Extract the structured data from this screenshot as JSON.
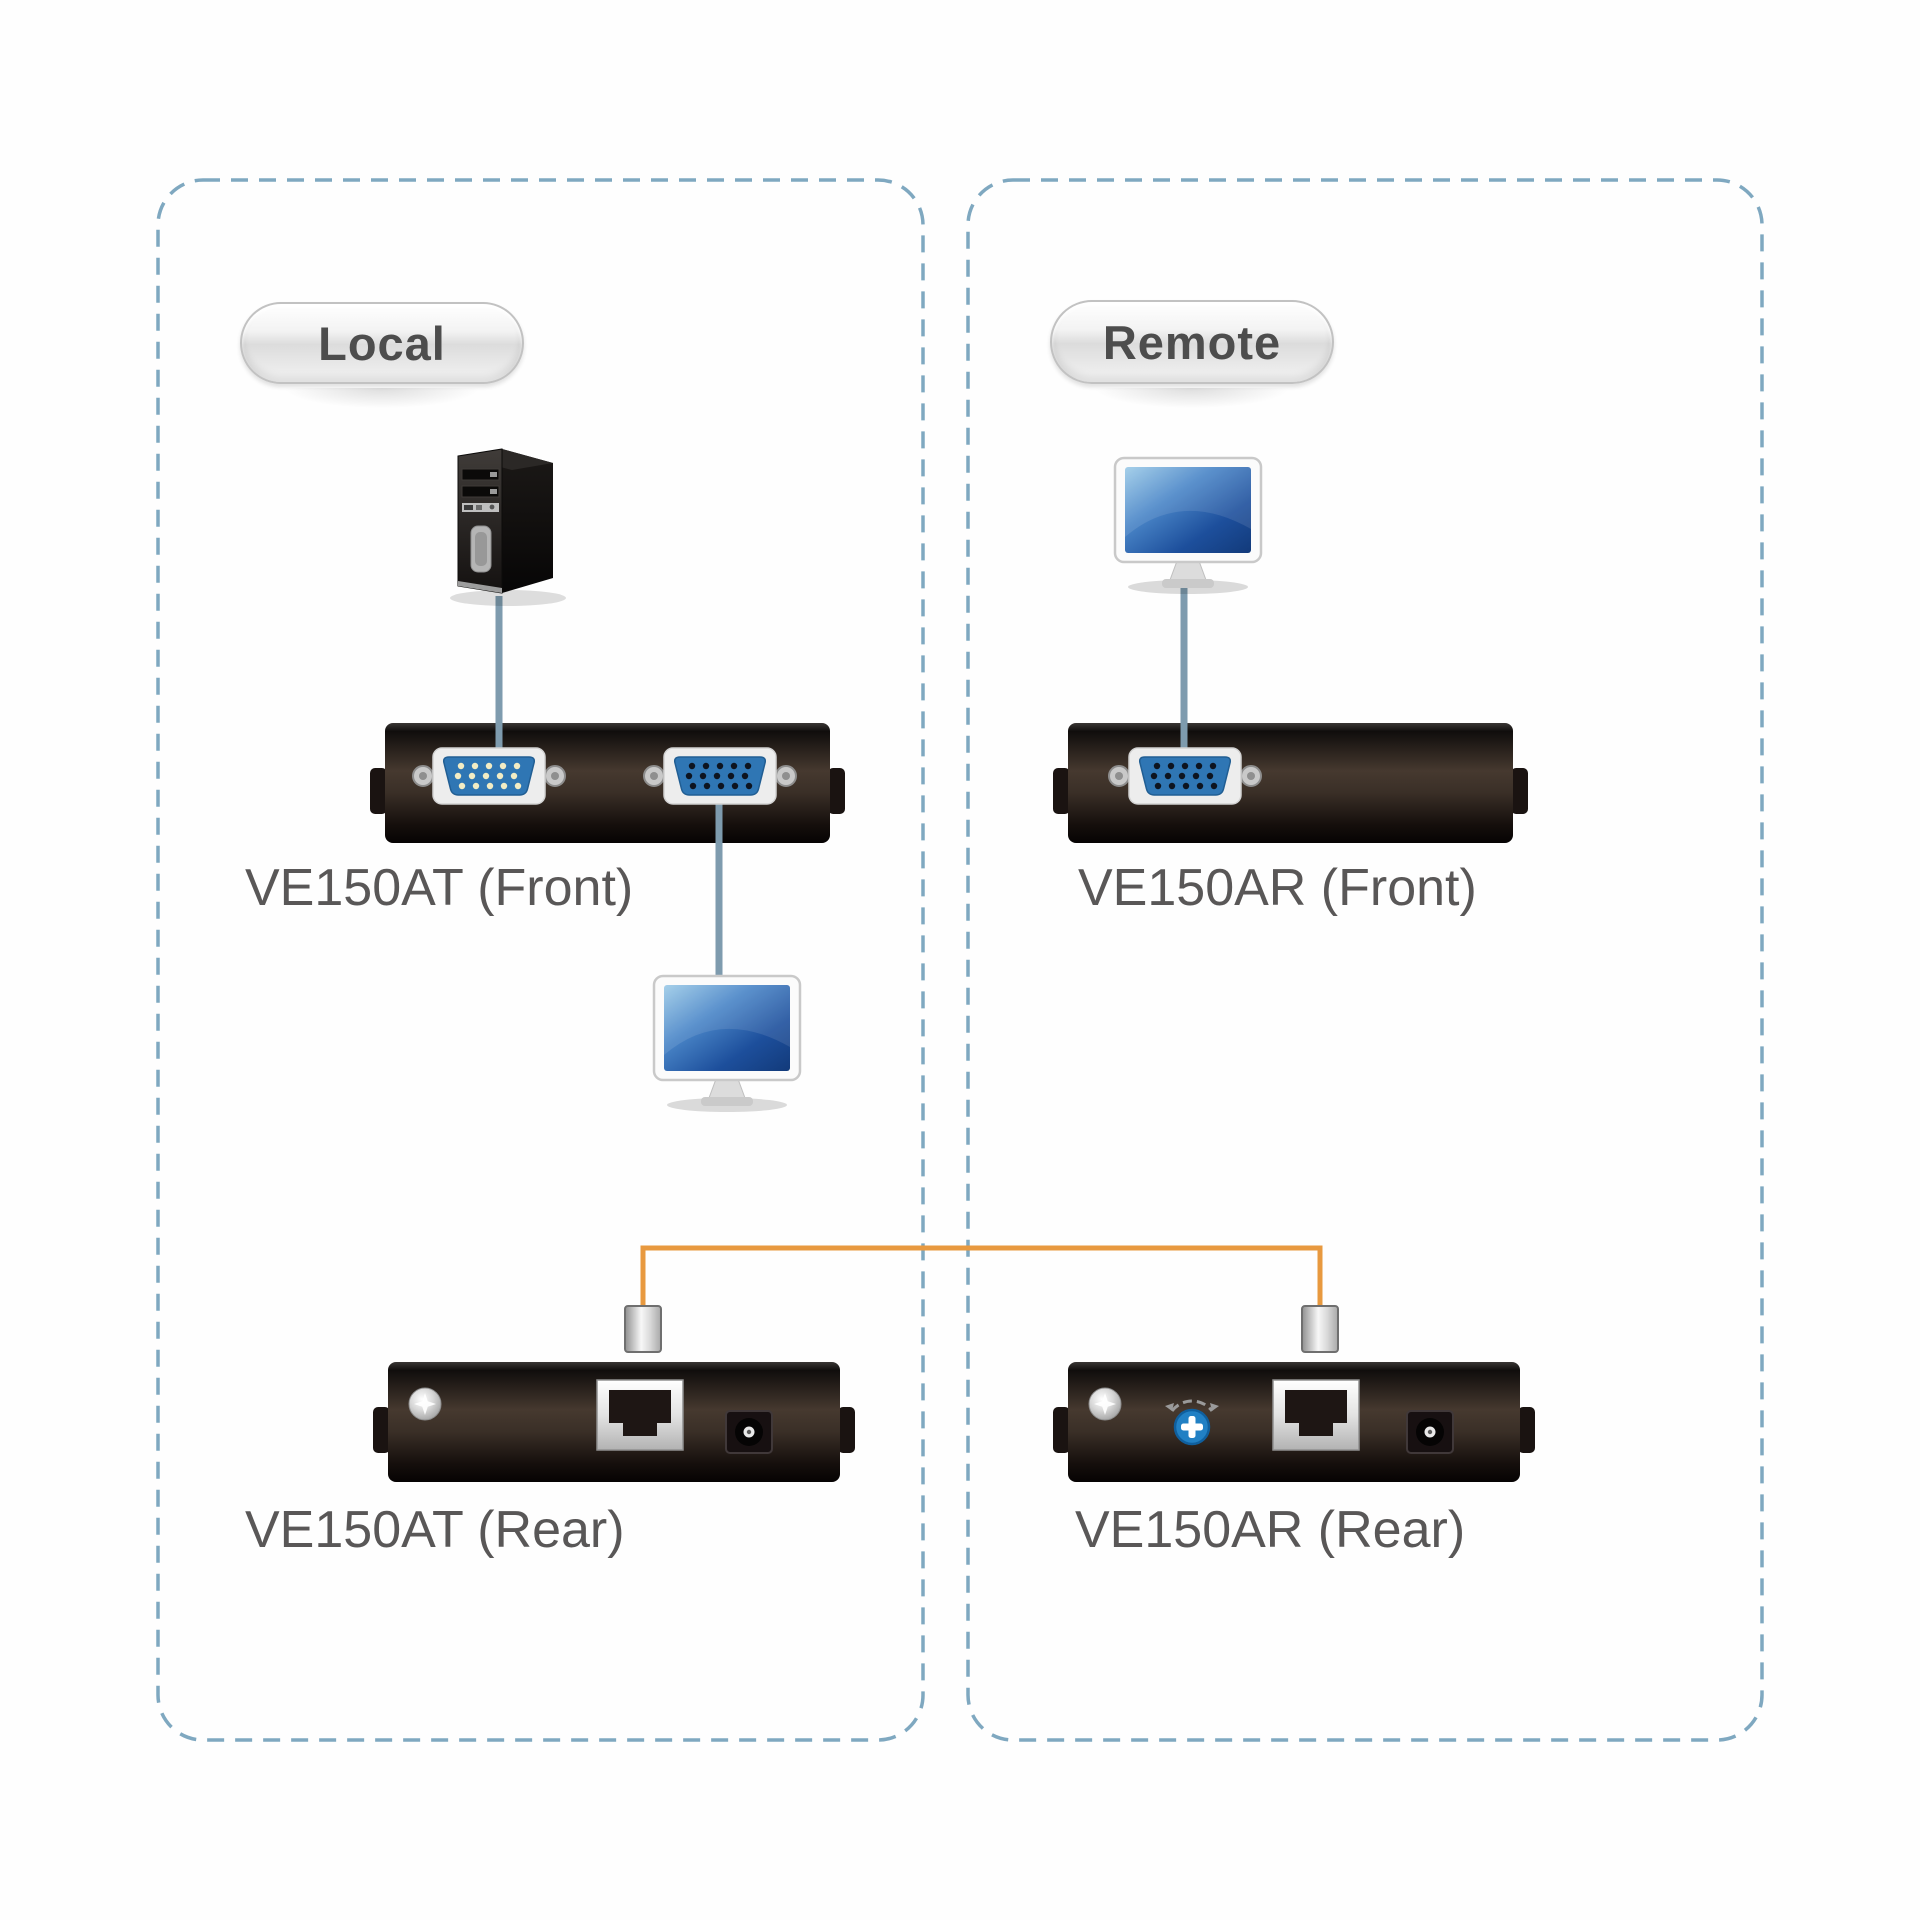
{
  "panels": {
    "local": {
      "label": "Local"
    },
    "remote": {
      "label": "Remote"
    }
  },
  "device_labels": {
    "at_front": "VE150AT (Front)",
    "ar_front": "VE150AR (Front)",
    "at_rear": "VE150AT (Rear)",
    "ar_rear": "VE150AR (Rear)"
  },
  "colors": {
    "panel_border": "#7fa8c0",
    "vga_cable": "#7e9bae",
    "cat5_cable": "#e8993f",
    "vga_port_blue": "#2f76b4",
    "dial_blue": "#2180c4",
    "label_text": "#595757"
  },
  "icons": {
    "computer_tower": "computer-tower-icon",
    "monitor": "monitor-icon",
    "vga_port": "vga-port-icon",
    "rj45_port": "rj45-port-icon",
    "rj45_plug": "rj45-plug-icon",
    "dc_jack": "dc-jack-icon",
    "screw": "screw-icon",
    "adjustment_dial": "adjustment-dial-icon"
  }
}
